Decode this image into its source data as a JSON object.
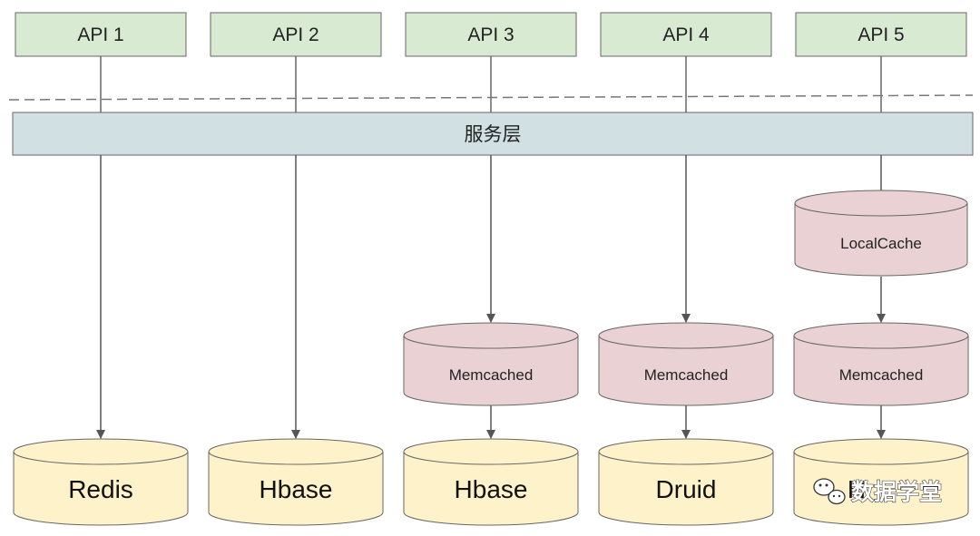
{
  "diagram": {
    "apis": [
      {
        "label": "API 1"
      },
      {
        "label": "API 2"
      },
      {
        "label": "API 3"
      },
      {
        "label": "API 4"
      },
      {
        "label": "API 5"
      }
    ],
    "service_layer": {
      "label": "服务层"
    },
    "local_cache": {
      "label": "LocalCache"
    },
    "memcached": [
      {
        "label": "Memcached"
      },
      {
        "label": "Memcached"
      },
      {
        "label": "Memcached"
      }
    ],
    "databases": [
      {
        "label": "Redis"
      },
      {
        "label": "Hbase"
      },
      {
        "label": "Hbase"
      },
      {
        "label": "Druid"
      },
      {
        "label": "H"
      }
    ],
    "watermark": {
      "text": "数据学堂",
      "icon": "wechat-icon"
    },
    "colors": {
      "api_fill": "#d9ead3",
      "service_fill": "#d0e0e3",
      "cache_fill": "#ead1d3",
      "db_fill": "#fdf2c9",
      "stroke": "#666666",
      "arrow": "#555555"
    }
  }
}
